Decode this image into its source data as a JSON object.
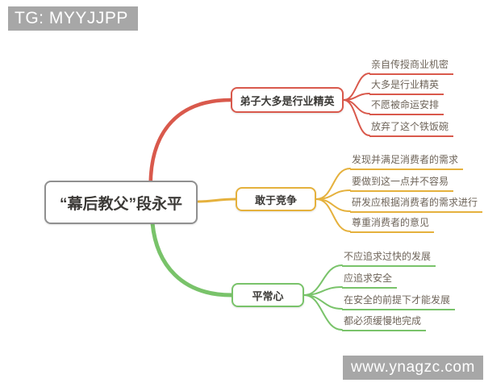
{
  "watermarks": {
    "top": "TG: MYYJJPP",
    "bottom": "www.ynagzc.com"
  },
  "root": {
    "label": "“幕后教父”段永平",
    "border_color": "#909090"
  },
  "branches": [
    {
      "label": "弟子大多是行业精英",
      "color": "#d9594c",
      "children": [
        "亲自传授商业机密",
        "大多是行业精英",
        "不愿被命运安排",
        "放弃了这个铁饭碗"
      ]
    },
    {
      "label": "敢于竞争",
      "color": "#e5b13d",
      "children": [
        "发现并满足消费者的需求",
        "要做到这一点并不容易",
        "研发应根据消费者的需求进行",
        "尊重消费者的意见"
      ]
    },
    {
      "label": "平常心",
      "color": "#79c36a",
      "children": [
        "不应追求过快的发展",
        "应追求安全",
        "在安全的前提下才能发展",
        "都必须缓慢地完成"
      ]
    }
  ]
}
